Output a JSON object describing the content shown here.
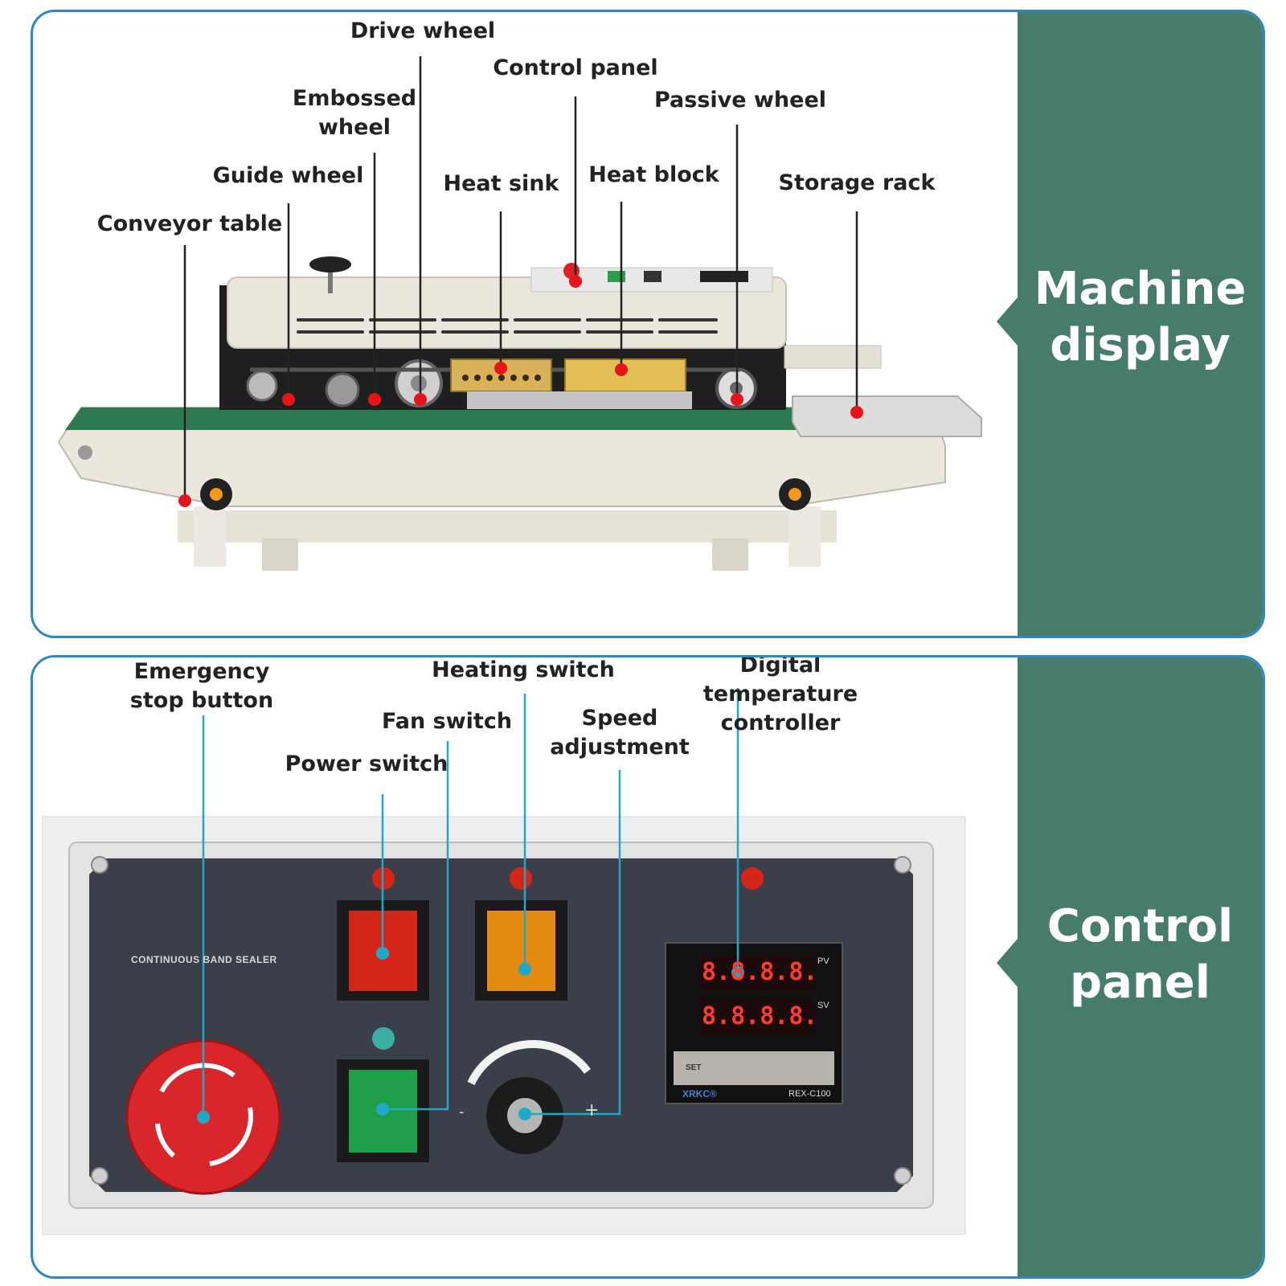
{
  "colors": {
    "frame_border": "#2f86c4",
    "side_panel": "#477c6a",
    "callout_dot_top": "#e8141a",
    "callout_dot_bottom": "#1fa8c9",
    "panel_face": "#3b3f4a",
    "stop_button": "#d8262a",
    "power_rocker": "#d42618",
    "heating_rocker": "#e58b12",
    "fan_rocker": "#1f9e49"
  },
  "machine_display": {
    "section_title": "Machine\ndisplay",
    "callouts": [
      {
        "id": "drive-wheel",
        "text": "Drive wheel"
      },
      {
        "id": "control-panel",
        "text": "Control panel"
      },
      {
        "id": "embossed-wheel",
        "text": "Embossed\nwheel"
      },
      {
        "id": "passive-wheel",
        "text": "Passive wheel"
      },
      {
        "id": "guide-wheel",
        "text": "Guide wheel"
      },
      {
        "id": "heat-sink",
        "text": "Heat sink"
      },
      {
        "id": "heat-block",
        "text": "Heat block"
      },
      {
        "id": "storage-rack",
        "text": "Storage rack"
      },
      {
        "id": "conveyor-table",
        "text": "Conveyor table"
      }
    ]
  },
  "control_panel": {
    "section_title": "Control\npanel",
    "panel_caption": "CONTINUOUS BAND SEALER",
    "controller_brand": "XRKC®",
    "controller_model": "REX-C100",
    "pv_label": "PV",
    "sv_label": "SV",
    "pv_display": "8.8.8.8.",
    "sv_display": "8.8.8.8.",
    "set_key": "SET",
    "speed_minus": "-",
    "speed_plus": "+",
    "callouts": [
      {
        "id": "emergency-stop-button",
        "text": "Emergency\nstop button"
      },
      {
        "id": "heating-switch",
        "text": "Heating switch"
      },
      {
        "id": "digital-temperature-controller",
        "text": "Digital temperature\ncontroller"
      },
      {
        "id": "fan-switch",
        "text": "Fan switch"
      },
      {
        "id": "speed-adjustment",
        "text": "Speed\nadjustment"
      },
      {
        "id": "power-switch",
        "text": "Power switch"
      }
    ]
  }
}
